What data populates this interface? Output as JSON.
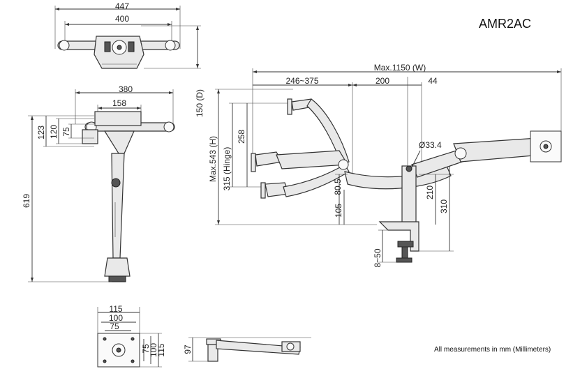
{
  "model": "AMR2AC",
  "note": "All measurements in mm (Millimeters)",
  "top_view": {
    "w447": "447",
    "w400": "400",
    "d150": "150 (D)"
  },
  "front_view": {
    "w380": "380",
    "w158": "158",
    "h123": "123",
    "h120": "120",
    "h75": "75",
    "h619": "619"
  },
  "side_view": {
    "max_width": "Max.1150 (W)",
    "w246_375": "246~375",
    "w200": "200",
    "w44": "44",
    "pole": "Ø33.4",
    "max_height": "Max.543 (H)",
    "hinge": "315 (Hinge)",
    "h258": "258",
    "h80_5": "80.5",
    "h105": "105",
    "h210": "210",
    "h310": "310",
    "clamp": "8~50"
  },
  "vesa_view": {
    "w115": "115",
    "w100": "100",
    "w75": "75",
    "h75": "75",
    "h100": "100",
    "h115": "115"
  },
  "low_view": {
    "h97": "97"
  }
}
